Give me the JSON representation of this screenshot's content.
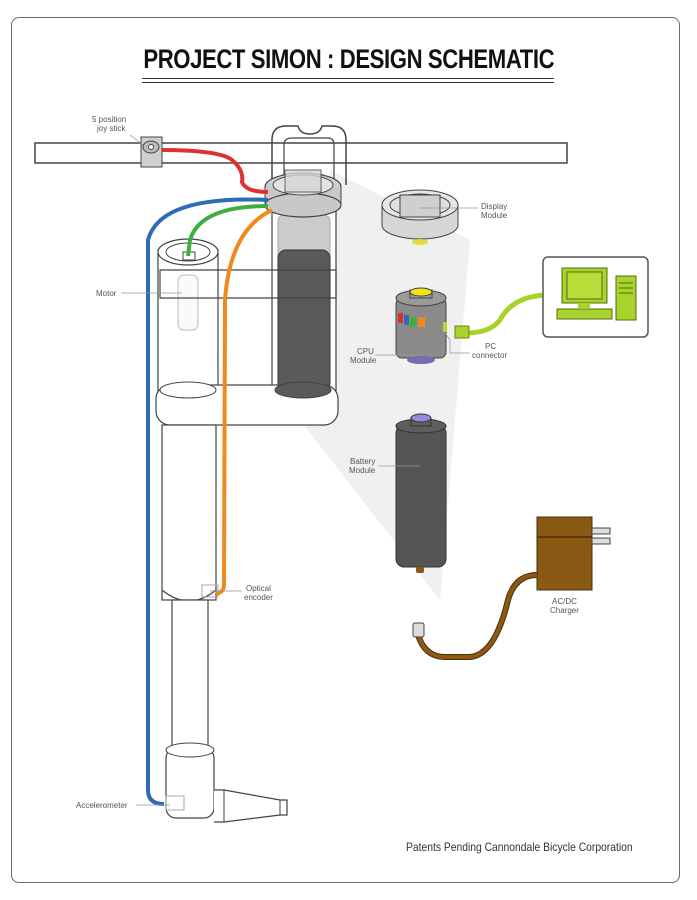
{
  "title": "PROJECT SIMON : DESIGN SCHEMATIC",
  "footer": "Patents Pending Cannondale Bicycle Corporation",
  "labels": {
    "joystick_line1": "5 position",
    "joystick_line2": "joy stick",
    "display_line1": "Display",
    "display_line2": "Module",
    "motor": "Motor",
    "cpu_line1": "CPU",
    "cpu_line2": "Module",
    "pc_line1": "PC",
    "pc_line2": "connector",
    "battery_line1": "Battery",
    "battery_line2": "Module",
    "encoder_line1": "Optical",
    "encoder_line2": "encoder",
    "charger_line1": "AC/DC",
    "charger_line2": "Charger",
    "accelerometer": "Accelerometer"
  },
  "colors": {
    "joystick_wire": "#e03030",
    "accelerometer_wire": "#2e6db3",
    "motor_wire": "#3fae3f",
    "encoder_wire": "#f08a1c",
    "pc_cable": "#a8d32a",
    "charger": "#8a5a14",
    "battery": "#555555",
    "cpu_cap": "#f2e21a",
    "battery_cap": "#9c88d8",
    "cpu_indicators": [
      "#d83030",
      "#2e6db3",
      "#3fae3f",
      "#f08a1c"
    ]
  }
}
